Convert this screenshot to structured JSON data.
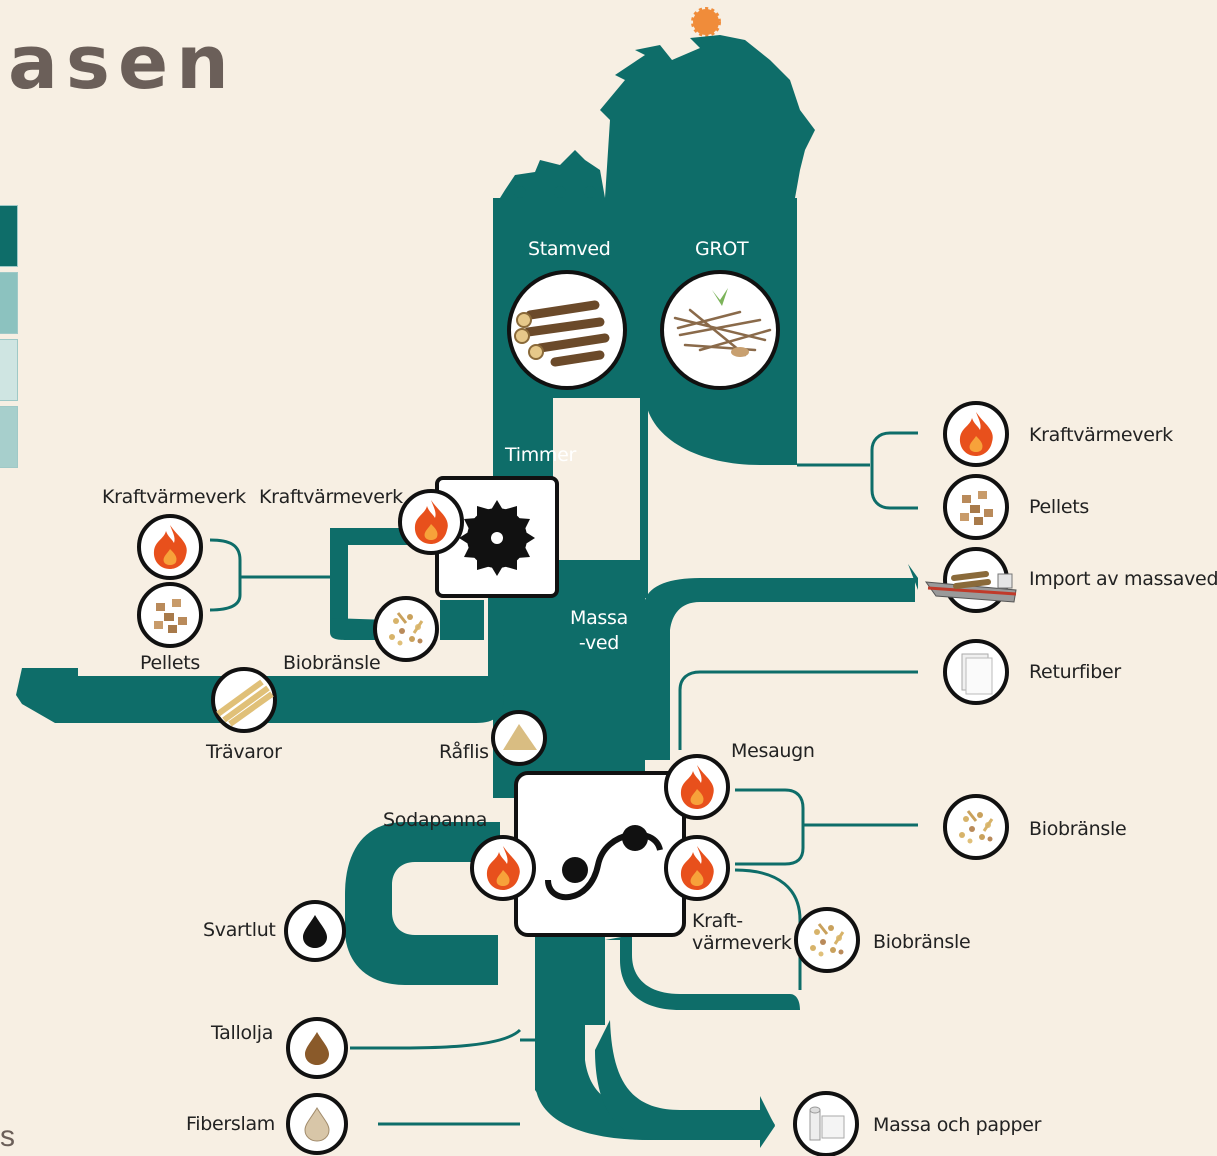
{
  "title": "asen",
  "corner_glyph": "s",
  "colors": {
    "background": "#f7efe3",
    "flow": "#0e6d69",
    "title": "#6b5f59",
    "legend": [
      "#0e6d69",
      "#8cc2bf",
      "#cfe5e2",
      "#a7cfcc"
    ],
    "fire": "#e8501c",
    "sun": "#f08c3a"
  },
  "labels": {
    "stamved": "Stamved",
    "grot": "GROT",
    "timmer": "Timmer",
    "massaved": "Massa\n-ved",
    "kraftvarmeverk_right": "Kraftvärmeverk",
    "pellets_right": "Pellets",
    "import_massaved": "Import av massaved",
    "returfiber": "Returfiber",
    "mesaugn": "Mesaugn",
    "biobransle_right": "Biobränsle",
    "kraftvarmeverk_pulp": "Kraft-\nvärmeverk",
    "biobransle_pulp": "Biobränsle",
    "massa_och_papper": "Massa och papper",
    "kraftvarmeverk_left": "Kraftvärmeverk",
    "kraftvarmeverk_saw": "Kraftvärmeverk",
    "pellets_left": "Pellets",
    "biobransle_saw": "Biobränsle",
    "travaror": "Trävaror",
    "raflis": "Råflis",
    "sodapanna": "Sodapanna",
    "svartlut": "Svartlut",
    "tallolja": "Tallolja",
    "fiberslam": "Fiberslam"
  }
}
